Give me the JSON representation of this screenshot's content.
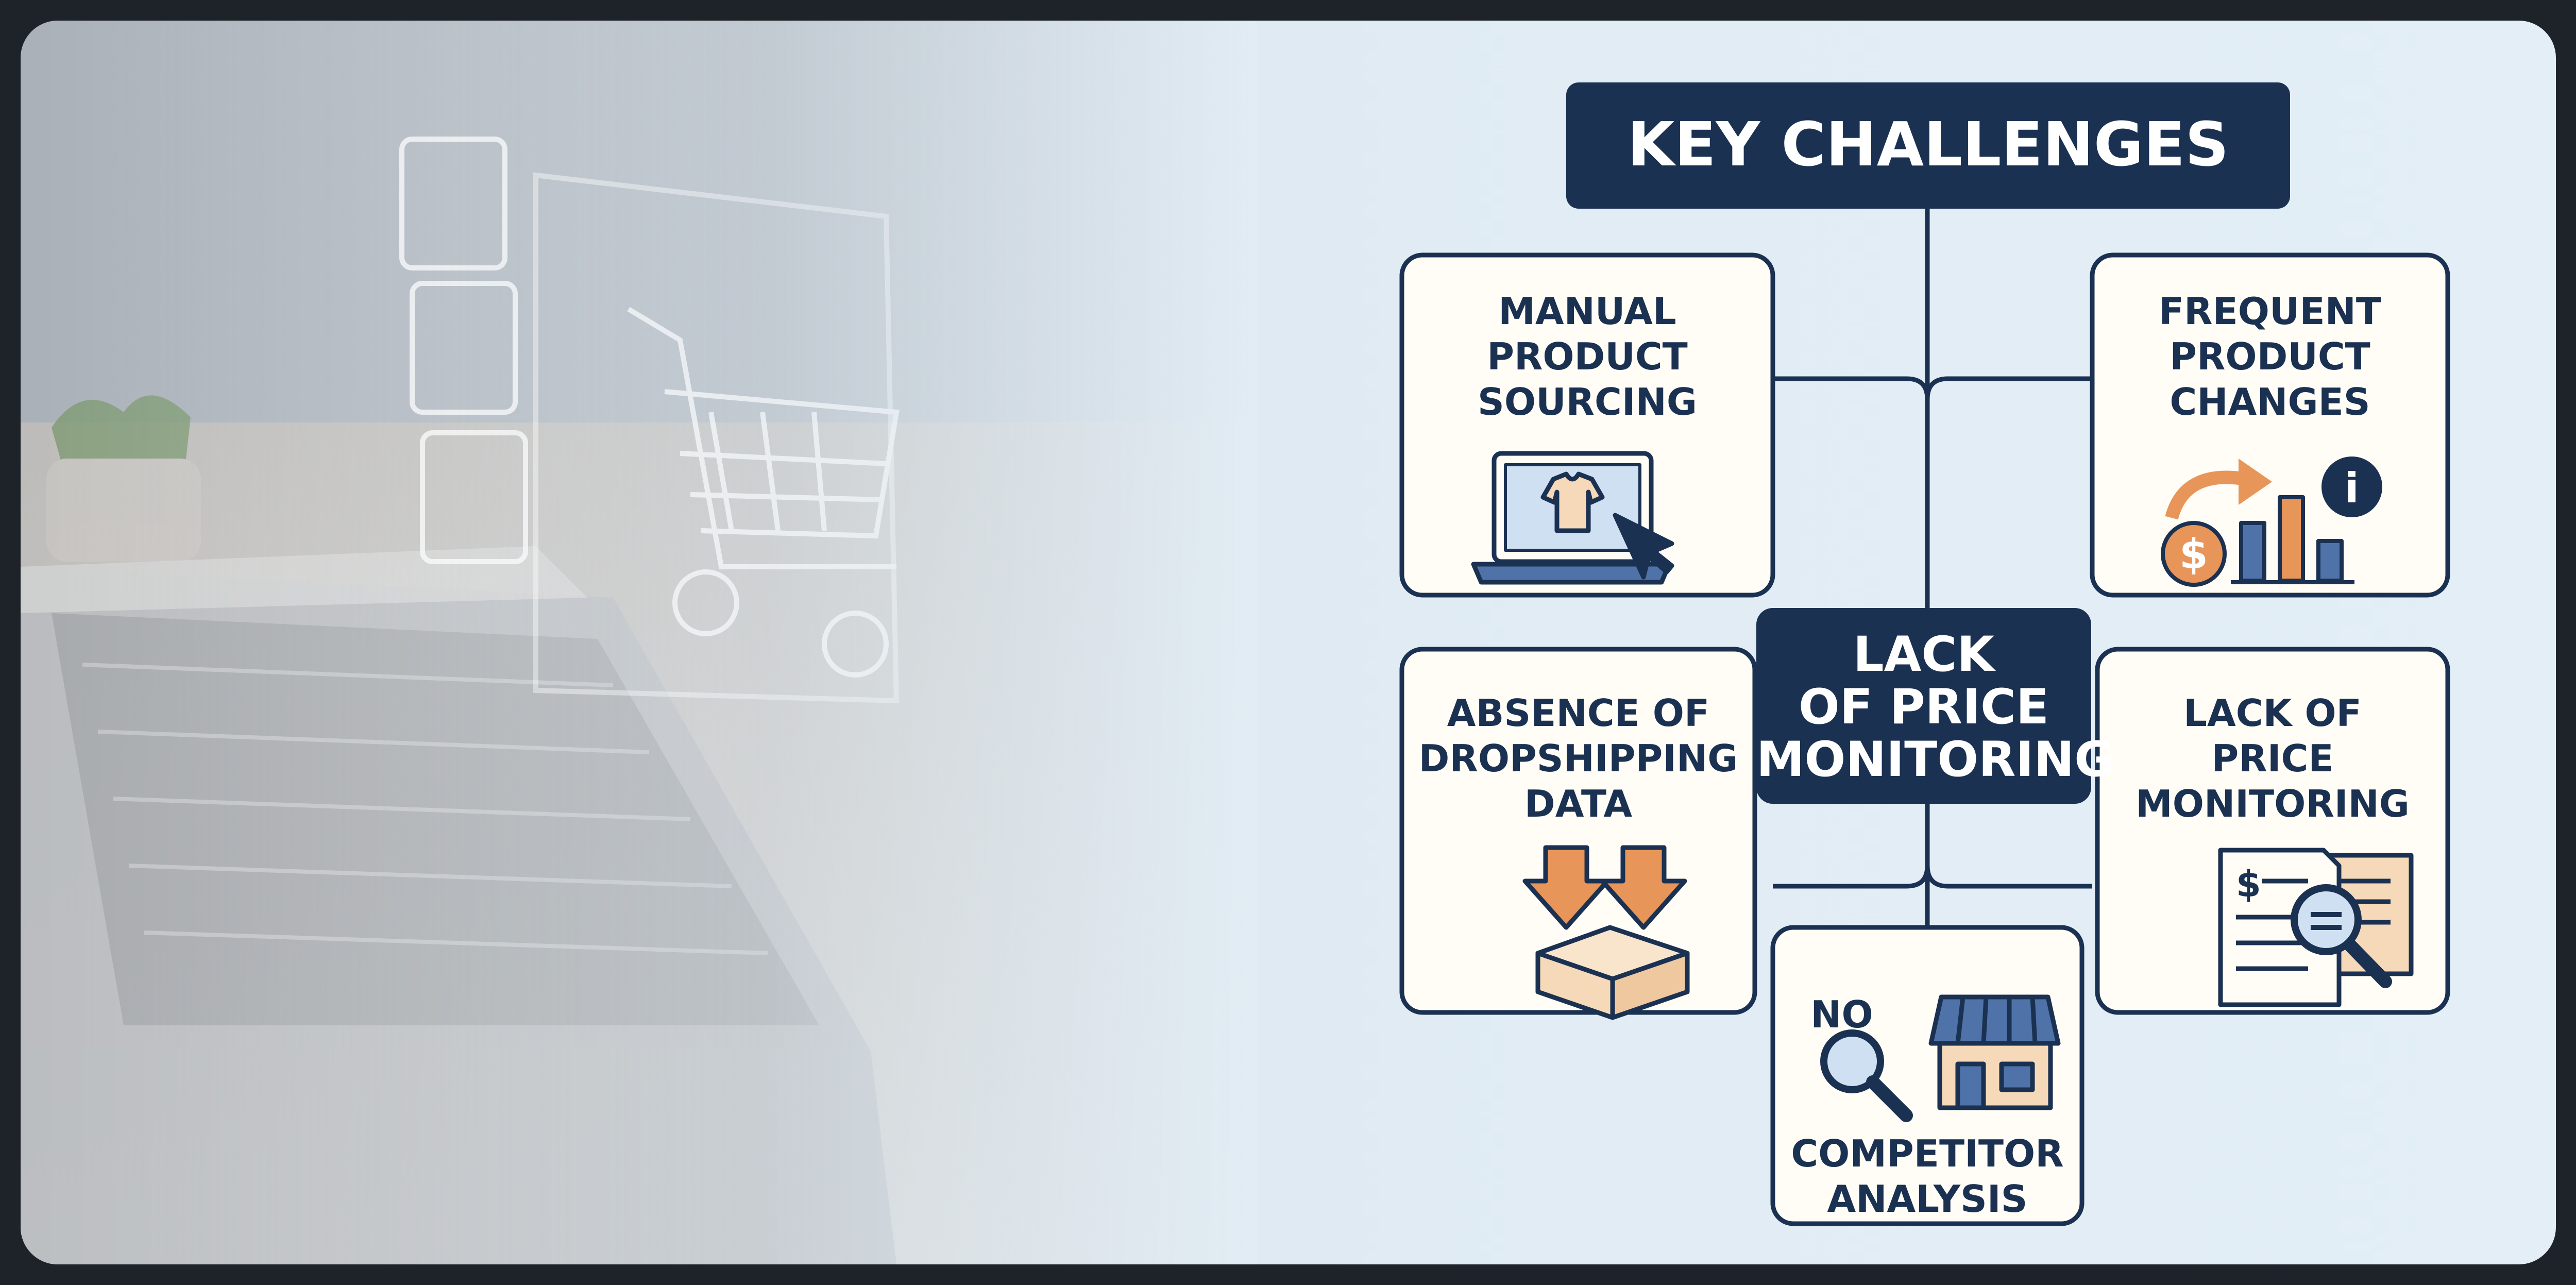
{
  "title": "KEY CHALLENGES",
  "center": {
    "line1": "LACK",
    "line2": "OF PRICE",
    "line3": "MONITORING"
  },
  "cards": {
    "manual_sourcing": {
      "line1": "MANUAL",
      "line2": "PRODUCT",
      "line3": "SOURCING",
      "icon": "laptop-tshirt-cursor-icon"
    },
    "frequent_changes": {
      "line1": "FREQUENT",
      "line2": "PRODUCT",
      "line3": "CHANGES",
      "icon": "dollar-bar-chart-info-icon"
    },
    "dropshipping_data": {
      "line1": "ABSENCE OF",
      "line2": "DROPSHIPPING",
      "line3": "DATA",
      "icon": "arrows-box-icon"
    },
    "price_monitoring": {
      "line1": "LACK OF",
      "line2": "PRICE",
      "line3": "MONITORING",
      "icon": "price-document-magnifier-icon"
    },
    "competitor_analysis": {
      "top": "NO",
      "line1": "COMPETITOR",
      "line2": "ANALYSIS",
      "icon": "magnifier-storefront-icon"
    }
  },
  "colors": {
    "navy": "#1b3152",
    "orange": "#e8955a",
    "peach": "#f5d9b8",
    "blue": "#4f73a8",
    "card_bg": "#fffdf6"
  }
}
